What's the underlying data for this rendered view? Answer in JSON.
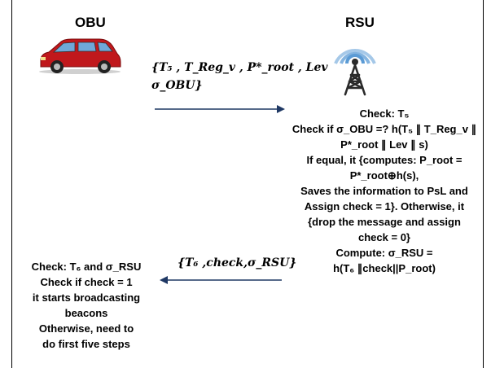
{
  "obu_label": "OBU",
  "rsu_label": "RSU",
  "message1": {
    "line1": "{T₅ , T_Reg_v , P*_root , Lev",
    "line2": "σ_OBU}"
  },
  "rsu_steps": [
    "Check: T₅",
    "Check if σ_OBU =? h(T₅ ∥ T_Reg_v ∥",
    "P*_root ∥ Lev ∥ s)",
    "If equal, it {computes: P_root =",
    "P*_root⊕h(s),",
    "Saves the information to PsL and",
    "Assign check = 1}. Otherwise, it",
    "{drop the message and assign",
    "check = 0}",
    "Compute: σ_RSU =",
    "h(T₆ ∥check||P_root)"
  ],
  "message2": "{T₆ ,check,σ_RSU}",
  "obu_steps": [
    "Check: T₆ and σ_RSU",
    "Check  if check = 1",
    "it starts broadcasting",
    "beacons",
    "Otherwise, need to",
    "do first five steps"
  ],
  "colors": {
    "arrow": "#1f3864",
    "car_body": "#c0181c",
    "tower": "#2a2a2a",
    "signal": "#5b9bd5"
  },
  "icons": {
    "obu": "car-icon",
    "rsu": "antenna-tower-icon"
  }
}
